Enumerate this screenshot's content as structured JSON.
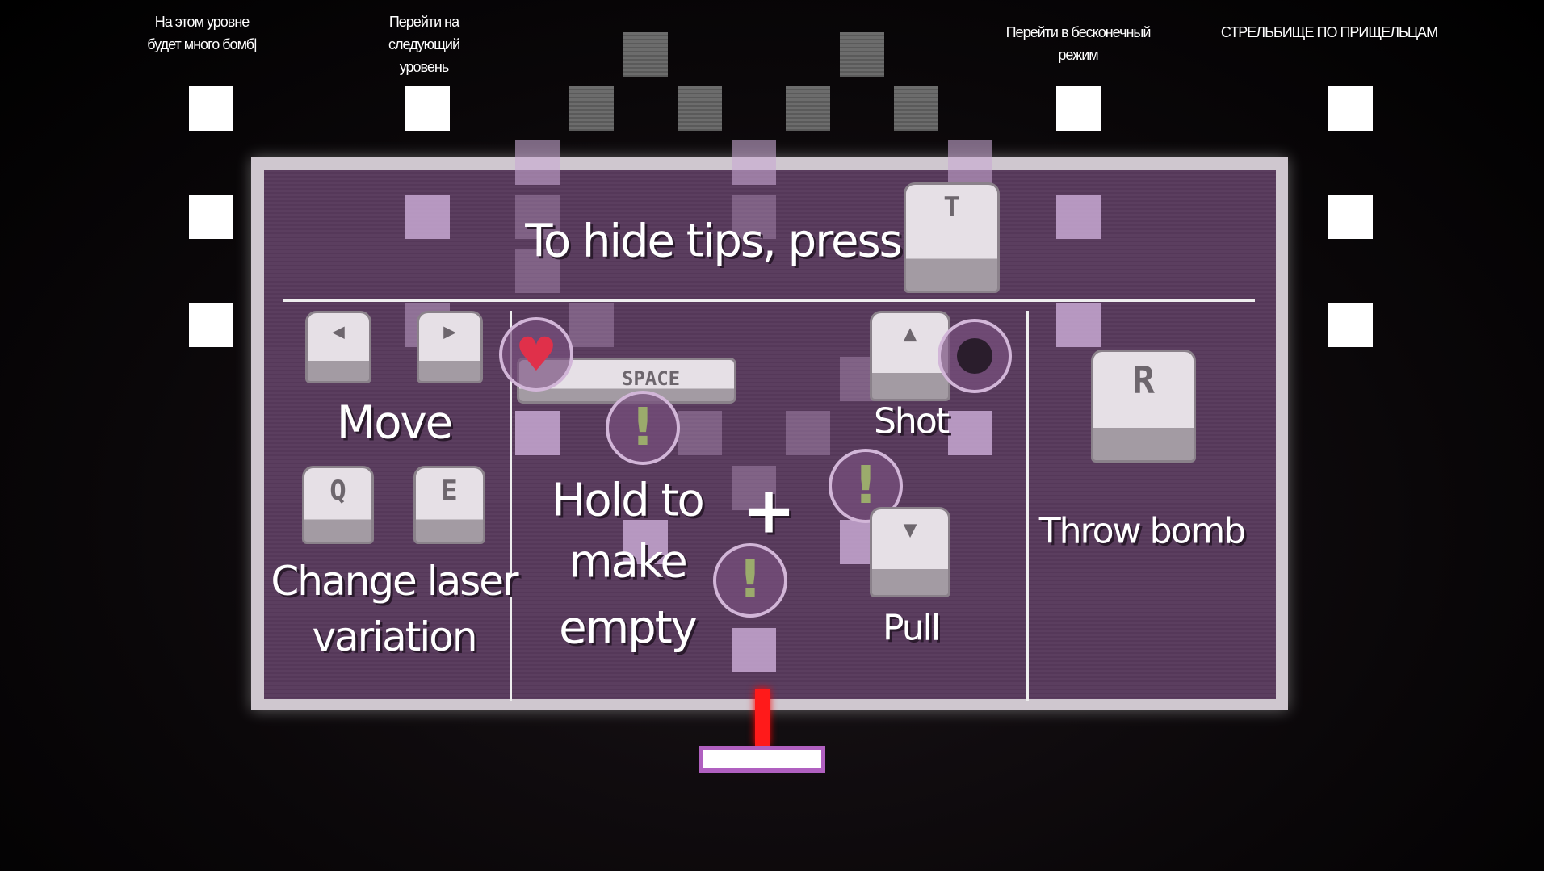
{
  "top_labels": {
    "bombs": [
      "На этом уровне",
      "будет много бомб|"
    ],
    "next_level": [
      "Перейти на",
      "следующий",
      "уровень"
    ],
    "endless": [
      "Перейти в бесконечный",
      "режим"
    ],
    "shooting_range": [
      "СТРЕЛЬБИЩЕ ПО ПРИЩЕЛЬЦАМ"
    ]
  },
  "tips": {
    "hide_text": "To hide tips, press",
    "hide_key": "T",
    "move_label": "Move",
    "move_keys": [
      "◀",
      "▶"
    ],
    "laser_keys": [
      "Q",
      "E"
    ],
    "laser_label": [
      "Change laser",
      "variation"
    ],
    "space_key": "SPACE",
    "hold_label": [
      "Hold to",
      "make",
      "empty"
    ],
    "plus": "+",
    "shot_key": "▲",
    "shot_label": "Shot",
    "pull_key": "▼",
    "pull_label": "Pull",
    "bomb_key": "R",
    "bomb_label": "Throw bomb",
    "exclaim": "!"
  },
  "colors": {
    "panel": "#5b3e5f",
    "frame": "#cfc7cf",
    "laser": "#ff1a1a",
    "paddle": "#b060c0"
  }
}
